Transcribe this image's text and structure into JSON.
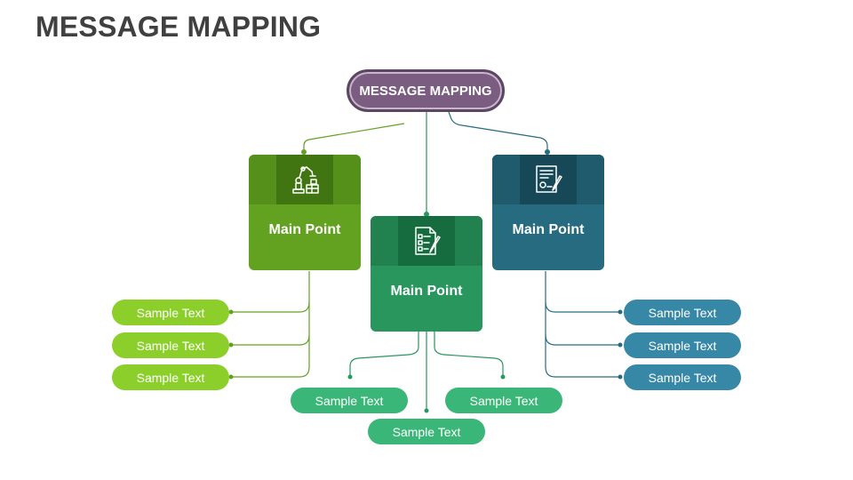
{
  "title": "MESSAGE MAPPING",
  "root_label": "MESSAGE MAPPING",
  "colors": {
    "root": "#7a5d80",
    "green_card": "#63a121",
    "teal_card": "#29965e",
    "blue_card": "#266b80",
    "green_pill": "#8ccf2b",
    "teal_pill": "#3bb679",
    "blue_pill": "#3787a6"
  },
  "cards": [
    {
      "label": "Main Point",
      "icon": "robot-arm-icon",
      "pills": [
        "Sample Text",
        "Sample Text",
        "Sample Text"
      ]
    },
    {
      "label": "Main Point",
      "icon": "checklist-icon",
      "pills": [
        "Sample Text",
        "Sample Text",
        "Sample Text"
      ]
    },
    {
      "label": "Main Point",
      "icon": "contract-icon",
      "pills": [
        "Sample Text",
        "Sample Text",
        "Sample Text"
      ]
    }
  ]
}
